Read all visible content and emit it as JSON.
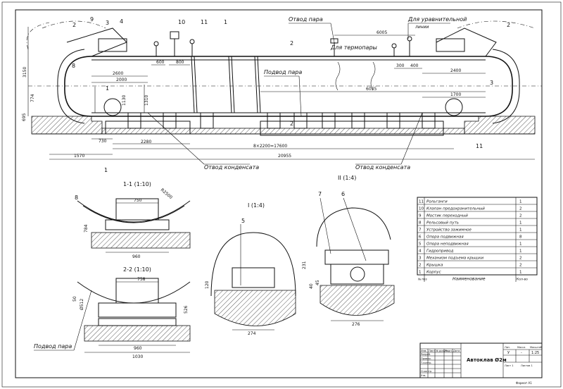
{
  "callouts": {
    "c1": "1",
    "c2": "2",
    "c3": "3",
    "c4": "4",
    "c5": "5",
    "c6": "6",
    "c7": "7",
    "c8": "8",
    "c9": "9",
    "c10": "10",
    "c11": "11"
  },
  "annotations": {
    "steam_outlet": "Отвод пара",
    "equalizing": "Для уравнительной",
    "equalizing2": "линии",
    "thermocouples": "Для термопары",
    "steam_supply": "Подвод пара",
    "condensate_outlet_1": "Отвод конденсата",
    "condensate_outlet_2": "Отвод конденсата",
    "steam_supply_2": "Подвод пара"
  },
  "main_dims": {
    "d3150": "3150",
    "d2600": "2600",
    "d2000": "2000",
    "d600": "600",
    "d800": "800",
    "d6005": "6005",
    "d300": "300",
    "d400": "400",
    "d2400": "2400",
    "d6035": "6035",
    "d1700": "1700",
    "d774": "774",
    "d1130": "1130",
    "d1310": "1310",
    "d695": "695",
    "d730": "730",
    "d2280": "2280",
    "d_span": "8×2200=17600",
    "d1570": "1570",
    "d20955": "20955"
  },
  "section_marks": {
    "s1_top": "1",
    "s1_bot": "1",
    "s2_top": "2",
    "s2_bot": "2",
    "sec11": "1-1 (1:10)",
    "sec22": "2-2 (1:10)",
    "secI": "I (1:4)",
    "secII": "II (1:4)"
  },
  "sec11_dims": {
    "d750": "750",
    "d960": "960",
    "d784": "784",
    "dR": "R2500"
  },
  "sec22_dims": {
    "d758": "758",
    "d50": "50",
    "d512": "Ø512",
    "d526": "526",
    "d960": "960",
    "d1030": "1030"
  },
  "secI_dims": {
    "d120": "120",
    "d274": "274"
  },
  "secII_dims": {
    "d231": "231",
    "d40": "40",
    "d45": "45",
    "d276": "276"
  },
  "spec_rows": [
    {
      "num": "11",
      "name": "Рольганги",
      "qty": "1"
    },
    {
      "num": "10",
      "name": "Клапан предохранительный",
      "qty": "2"
    },
    {
      "num": "9",
      "name": "Мостик переходный",
      "qty": "2"
    },
    {
      "num": "8",
      "name": "Рельсовый путь",
      "qty": "1"
    },
    {
      "num": "7",
      "name": "Устройство зажимное",
      "qty": "1"
    },
    {
      "num": "6",
      "name": "Опора подвижная",
      "qty": "8"
    },
    {
      "num": "5",
      "name": "Опора неподвижная",
      "qty": "1"
    },
    {
      "num": "4",
      "name": "Гидропривод",
      "qty": "1"
    },
    {
      "num": "3",
      "name": "Механизм подъема крышки",
      "qty": "2"
    },
    {
      "num": "2",
      "name": "Крышка",
      "qty": "2"
    },
    {
      "num": "1",
      "name": "Корпус",
      "qty": "1"
    }
  ],
  "spec_header": {
    "num": "№ поз",
    "name": "Наименование",
    "qty": "Кол-во"
  },
  "title_block": {
    "stamp": "Автоклав Ø2м",
    "lit_h": "Лит.",
    "mass_h": "Масса",
    "scale_h": "Масштаб",
    "lit": "У",
    "mass": "-",
    "scale": "1:25",
    "sheet": "Лист 1",
    "sheets": "Листов 1",
    "r1": "Разраб.",
    "r2": "Провер.",
    "r3": "Т.контр.",
    "r4": "Н.контр.",
    "r5": "Утв.",
    "h1": "Изм.",
    "h2": "Лист",
    "h3": "№ докум.",
    "h4": "Подп.",
    "h5": "Дата",
    "format": "Формат А1"
  }
}
